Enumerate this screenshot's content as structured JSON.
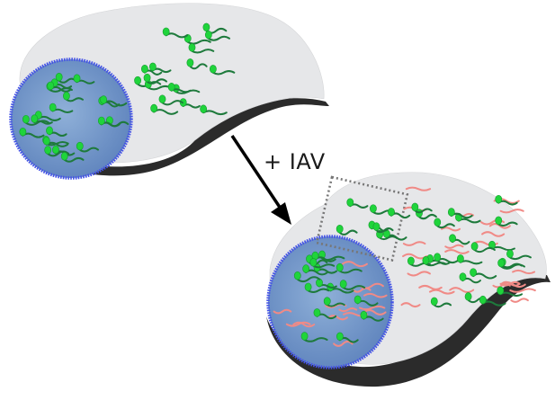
{
  "diagram": {
    "treatment_label": "+ IAV",
    "colors": {
      "cell_fill": "#e6e7e9",
      "cell_shadow": "#2b2b2b",
      "nucleus_fill": "#7d9dc9",
      "nucleus_rim": "#4553e6",
      "rna_strand": "#1e7a3c",
      "protein_bead": "#1fd43b",
      "host_rna_strand": "#f08a86",
      "arrow": "#000000",
      "zoom_box": "#777777"
    },
    "icons": {
      "rna": "green-strand-with-bead",
      "host_rna": "pink-strand",
      "arrow": "down-right-arrow",
      "zoom": "dotted-square"
    }
  }
}
